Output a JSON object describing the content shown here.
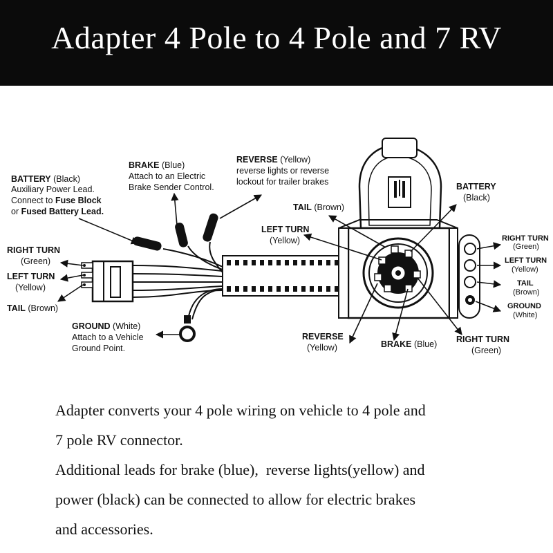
{
  "title": "Adapter 4 Pole to 4 Pole and 7 RV",
  "labels": {
    "battery_lead": {
      "name": "BATTERY",
      "color": "(Black)",
      "line1": "Auxiliary Power Lead.",
      "line2_prefix": "Connect to ",
      "line2_bold": "Fuse Block",
      "line3_prefix": "or ",
      "line3_bold": "Fused Battery Lead."
    },
    "brake_lead": {
      "name": "BRAKE",
      "color": "(Blue)",
      "line1": "Attach to an Electric",
      "line2": "Brake Sender Control."
    },
    "reverse_lead": {
      "name": "REVERSE",
      "color": "(Yellow)",
      "line1": "reverse lights or reverse",
      "line2": "lockout for trailer brakes"
    },
    "ground_lead": {
      "name": "GROUND",
      "color": "(White)",
      "line1": "Attach to a Vehicle",
      "line2": "Ground Point."
    },
    "flat4_right_turn": {
      "name": "RIGHT TURN",
      "color": "(Green)"
    },
    "flat4_left_turn": {
      "name": "LEFT TURN",
      "color": "(Yellow)"
    },
    "flat4_tail": {
      "name": "TAIL",
      "color": "(Brown)"
    },
    "rv7_tail": {
      "name": "TAIL",
      "color": "(Brown)"
    },
    "rv7_left_turn": {
      "name": "LEFT TURN",
      "color": "(Yellow)"
    },
    "rv7_battery": {
      "name": "BATTERY",
      "color": "(Black)"
    },
    "rv7_reverse": {
      "name": "REVERSE",
      "color": "(Yellow)"
    },
    "rv7_brake": {
      "name": "BRAKE",
      "color": "(Blue)"
    },
    "rv7_right_turn": {
      "name": "RIGHT TURN",
      "color": "(Green)"
    },
    "out4_right_turn": {
      "name": "RIGHT TURN",
      "color": "(Green)"
    },
    "out4_left_turn": {
      "name": "LEFT TURN",
      "color": "(Yellow)"
    },
    "out4_tail": {
      "name": "TAIL",
      "color": "(Brown)"
    },
    "out4_ground": {
      "name": "GROUND",
      "color": "(White)"
    }
  },
  "description": {
    "line1": "Adapter converts your 4 pole wiring on vehicle to 4 pole and",
    "line2": "7 pole RV connector.",
    "line3": "Additional leads for brake (blue),  reverse lights(yellow) and",
    "line4": "power (black) can be connected to allow for electric brakes",
    "line5": "and accessories."
  }
}
